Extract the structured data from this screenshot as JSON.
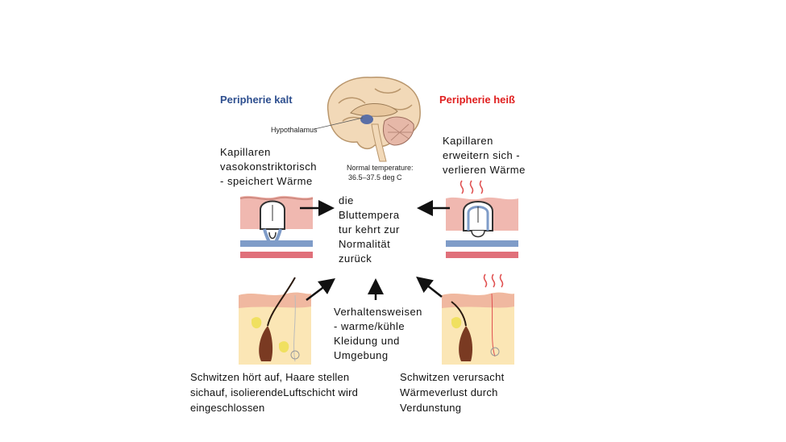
{
  "headings": {
    "cold": "Peripherie kalt",
    "hot": "Peripherie heiß",
    "cold_color": "#2e4f8f",
    "hot_color": "#e02020"
  },
  "brain": {
    "label": "Hypothalamus",
    "normal_temp_line1": "Normal temperature:",
    "normal_temp_line2": "36.5–37.5 deg C"
  },
  "texts": {
    "cold_capillaries": "Kapillaren\nvasokonstriktorisch\n- speichert Wärme",
    "hot_capillaries": "Kapillaren\nerweitern sich -\nverlieren Wärme",
    "center": "die\nBluttempera\ntur kehrt zur\nNormalität\nzurück",
    "behaviour": "Verhaltensweisen\n- warme/kühle\nKleidung und\nUmgebung",
    "cold_sweat": "Schwitzen hört auf, Haare stellen\nsichauf, isolierendeLuftschicht wird\neingeschlossen",
    "hot_sweat": "Schwitzen verursacht\nWärmeverlust durch\nVerdunstung"
  }
}
